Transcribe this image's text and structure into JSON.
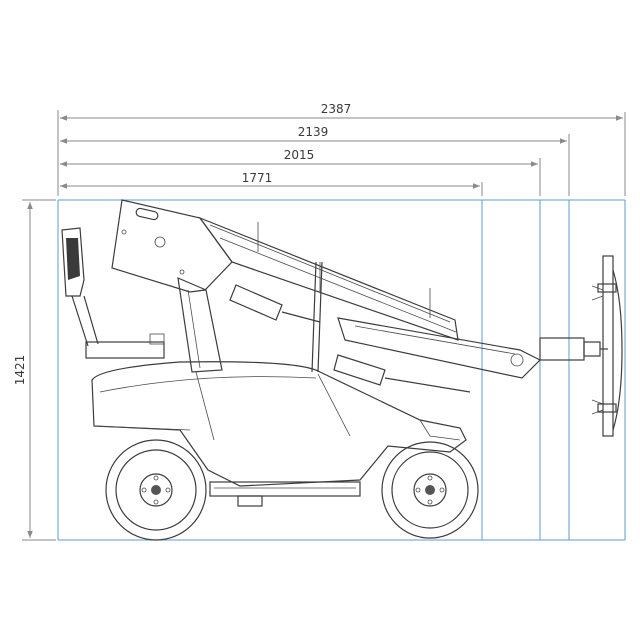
{
  "dimensions": {
    "width_overall": "2387",
    "width_2": "2139",
    "width_3": "2015",
    "width_4": "1771",
    "height": "1421"
  },
  "colors": {
    "guide": "#5b9bd5",
    "dimension": "#8a8a8a",
    "outline": "#3c3c3c",
    "body_fill": "#e6e7ea"
  }
}
